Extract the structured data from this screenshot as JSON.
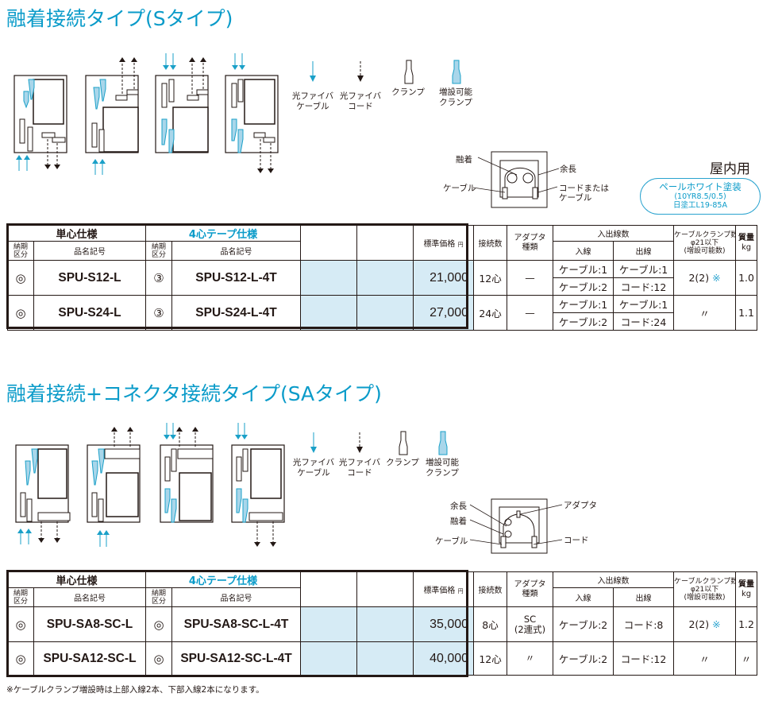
{
  "section_s": {
    "title": "融着接続タイプ(Sタイプ)",
    "legend": [
      {
        "icon": "fiber-cable-arrow-icon",
        "line1": "光ファイバ",
        "line2": "ケーブル"
      },
      {
        "icon": "fiber-cord-arrow-icon",
        "line1": "光ファイバ",
        "line2": "コード"
      },
      {
        "icon": "clamp-icon",
        "line1": "クランプ",
        "line2": ""
      },
      {
        "icon": "expandable-clamp-icon",
        "line1": "増設可能",
        "line2": "クランプ"
      }
    ],
    "diagram_labels": {
      "fusion": "融着",
      "slack": "余長",
      "cable": "ケーブル",
      "cord_or_cable_1": "コードまたは",
      "cord_or_cable_2": "ケーブル"
    },
    "usage": "屋内用",
    "paint": {
      "line1": "ペールホワイト塗装",
      "line2": "(10YR8.5/0.5)",
      "line3": "日塗工L19-85A"
    },
    "table": {
      "header": {
        "single": "単心仕様",
        "tape": "4心テープ仕様",
        "delivery_1": "納期",
        "delivery_2": "区分",
        "model": "品名記号",
        "price": "標準価格",
        "price_unit": "円",
        "connections": "接続数",
        "adapter_1": "アダプタ",
        "adapter_2": "種類",
        "inout": "入出線数",
        "in": "入線",
        "out": "出線",
        "clamp_1": "ケーブルクランプ数",
        "clamp_2": "φ21以下",
        "clamp_3": "(増設可能数)",
        "mass_1": "質量",
        "mass_2": "kg"
      },
      "rows": [
        {
          "del1": "◎",
          "model1": "SPU-S12-L",
          "del2": "③",
          "model2": "SPU-S12-L-4T",
          "price": "21,000",
          "conn": "12心",
          "adapter": "—",
          "in_a": "ケーブル:1",
          "out_a": "ケーブル:1",
          "in_b": "ケーブル:2",
          "out_b": "コード:12",
          "clamp": "2(2)",
          "clamp_note": "※",
          "mass": "1.0"
        },
        {
          "del1": "◎",
          "model1": "SPU-S24-L",
          "del2": "③",
          "model2": "SPU-S24-L-4T",
          "price": "27,000",
          "conn": "24心",
          "adapter": "—",
          "in_a": "ケーブル:1",
          "out_a": "ケーブル:1",
          "in_b": "ケーブル:2",
          "out_b": "コード:24",
          "clamp": "〃",
          "clamp_note": "",
          "mass": "1.1"
        }
      ]
    }
  },
  "section_sa": {
    "title": "融着接続+コネクタ接続タイプ(SAタイプ)",
    "legend": [
      {
        "icon": "fiber-cable-arrow-icon",
        "line1": "光ファイバ",
        "line2": "ケーブル"
      },
      {
        "icon": "fiber-cord-arrow-icon",
        "line1": "光ファイバ",
        "line2": "コード"
      },
      {
        "icon": "clamp-icon",
        "line1": "クランプ",
        "line2": ""
      },
      {
        "icon": "expandable-clamp-icon",
        "line1": "増設可能",
        "line2": "クランプ"
      }
    ],
    "diagram_labels": {
      "slack": "余長",
      "fusion": "融着",
      "cable": "ケーブル",
      "adapter": "アダプタ",
      "cord": "コード"
    },
    "table": {
      "header": {
        "single": "単心仕様",
        "tape": "4心テープ仕様",
        "delivery_1": "納期",
        "delivery_2": "区分",
        "model": "品名記号",
        "price": "標準価格",
        "price_unit": "円",
        "connections": "接続数",
        "adapter_1": "アダプタ",
        "adapter_2": "種類",
        "inout": "入出線数",
        "in": "入線",
        "out": "出線",
        "clamp_1": "ケーブルクランプ数",
        "clamp_2": "φ21以下",
        "clamp_3": "(増設可能数)",
        "mass_1": "質量",
        "mass_2": "kg"
      },
      "rows": [
        {
          "del1": "◎",
          "model1": "SPU-SA8-SC-L",
          "del2": "◎",
          "model2": "SPU-SA8-SC-L-4T",
          "price": "35,000",
          "conn": "8心",
          "adapter_1": "SC",
          "adapter_2": "(2連式)",
          "in": "ケーブル:2",
          "out": "コード:8",
          "clamp": "2(2)",
          "clamp_note": "※",
          "mass": "1.2"
        },
        {
          "del1": "◎",
          "model1": "SPU-SA12-SC-L",
          "del2": "◎",
          "model2": "SPU-SA12-SC-L-4T",
          "price": "40,000",
          "conn": "12心",
          "adapter_1": "〃",
          "adapter_2": "",
          "in": "ケーブル:2",
          "out": "コード:12",
          "clamp": "〃",
          "clamp_note": "",
          "mass": "〃"
        }
      ]
    },
    "footnote": "※ケーブルクランプ増設時は上部入線2本、下部入線2本になります。"
  },
  "colors": {
    "accent": "#0a9bc9",
    "cell_fill": "#d6ebf5",
    "clamp_fill": "#a9d6ea",
    "text": "#231815"
  }
}
